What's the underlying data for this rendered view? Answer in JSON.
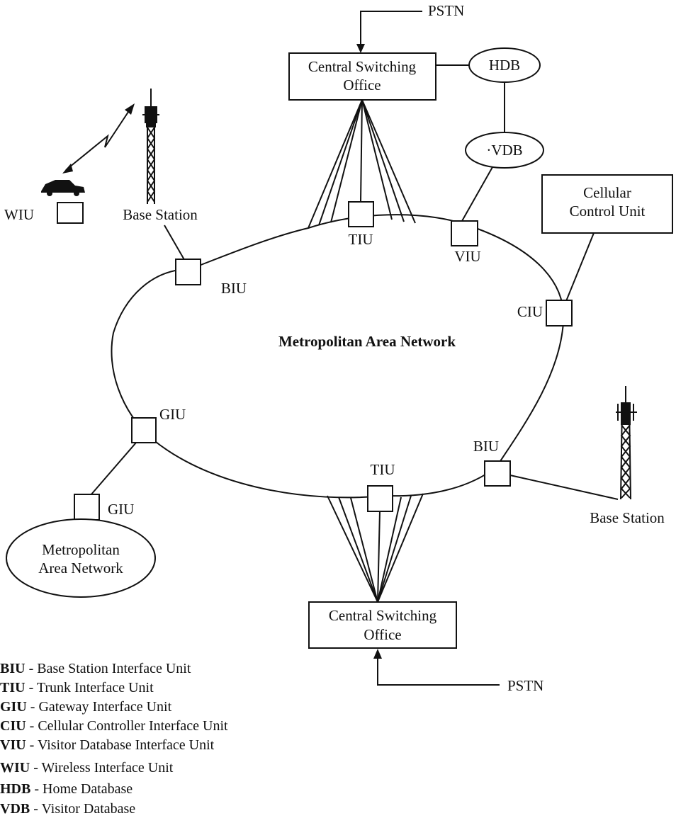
{
  "network": {
    "title": "Metropolitan Area Network"
  },
  "top_office": {
    "line1": "Central Switching",
    "line2": "Office",
    "pstn": "PSTN"
  },
  "bottom_office": {
    "line1": "Central Switching",
    "line2": "Office",
    "pstn": "PSTN"
  },
  "databases": {
    "hdb": "HDB",
    "vdb": "·VDB"
  },
  "control_unit": {
    "line1": "Cellular",
    "line2": "Control Unit"
  },
  "secondary_network": {
    "line1": "Metropolitan",
    "line2": "Area Network"
  },
  "nodes": {
    "tiu_top": "TIU",
    "viu": "VIU",
    "ciu": "CIU",
    "biu_left": "BIU",
    "biu_right": "BIU",
    "tiu_bottom": "TIU",
    "giu_ring": "GIU",
    "giu_remote": "GIU",
    "wiu": "WIU"
  },
  "base_stations": {
    "left": "Base Station",
    "right": "Base Station"
  },
  "legend": [
    {
      "abbr": "BIU",
      "text": " - Base Station Interface Unit"
    },
    {
      "abbr": "TIU",
      "text": " - Trunk Interface Unit"
    },
    {
      "abbr": "GIU",
      "text": " - Gateway Interface Unit"
    },
    {
      "abbr": "CIU",
      "text": " - Cellular Controller Interface Unit"
    },
    {
      "abbr": "VIU",
      "text": " - Visitor Database Interface Unit"
    },
    {
      "abbr": "WIU",
      "text": " - Wireless Interface Unit"
    },
    {
      "abbr": "HDB",
      "text": " - Home Database"
    },
    {
      "abbr": "VDB",
      "text": " - Visitor Database"
    }
  ]
}
